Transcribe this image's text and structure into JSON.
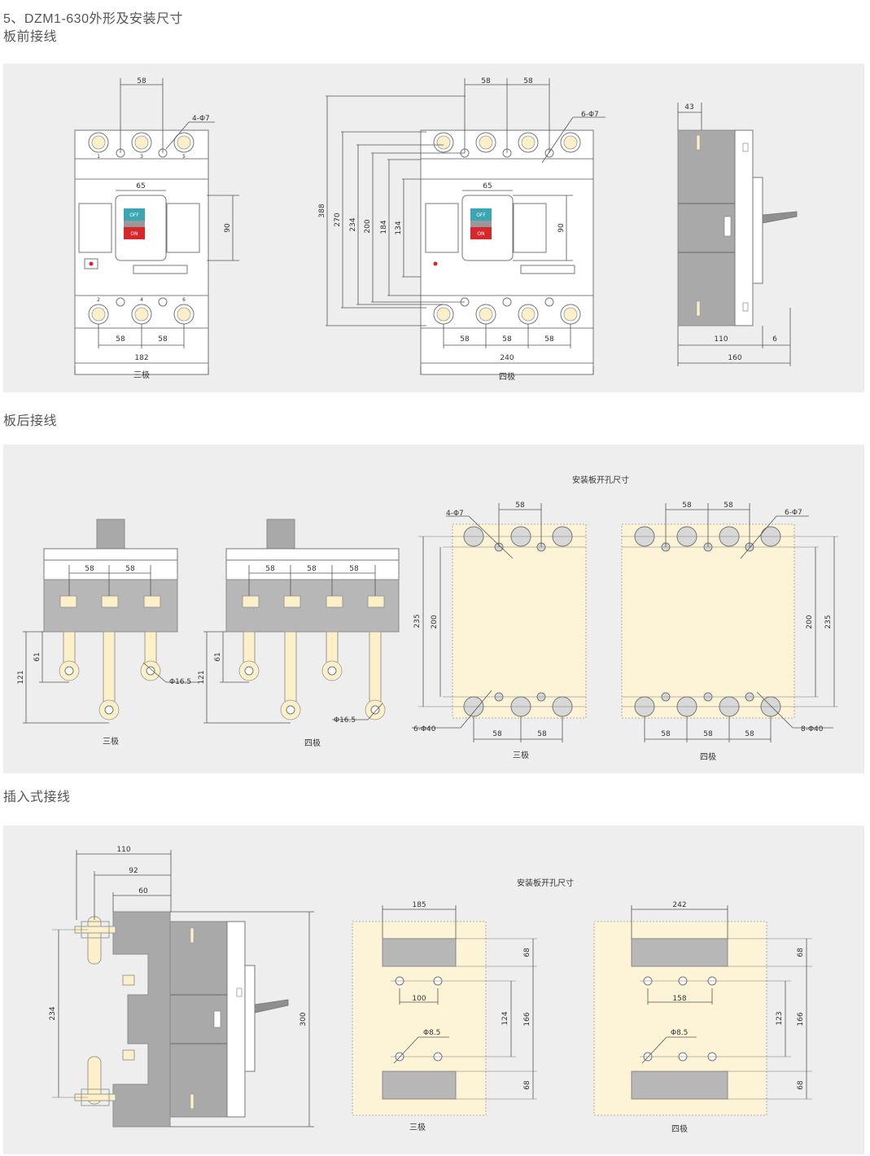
{
  "headings": {
    "title_line1": "5、DZM1-630外形及安装尺寸",
    "title_line2": "板前接线",
    "back_wiring": "板后接线",
    "plugin_wiring": "插入式接线"
  },
  "front": {
    "three_pole": {
      "caption": "三极",
      "dims": {
        "top": "58",
        "hole": "4-Φ7",
        "handle": "65",
        "height": "90",
        "bottom_a": "58",
        "bottom_b": "58",
        "width": "182"
      },
      "switch": {
        "off": "OFF",
        "on": "ON"
      },
      "terminal_nums_top": [
        "1",
        "3",
        "5"
      ],
      "terminal_nums_bottom": [
        "2",
        "4",
        "6"
      ]
    },
    "four_pole": {
      "caption": "四极",
      "dims": {
        "top_a": "58",
        "top_b": "58",
        "hole": "6-Φ7",
        "handle": "65",
        "height": "90",
        "v388": "388",
        "v270": "270",
        "v234": "234",
        "v200": "200",
        "v184": "184",
        "v134": "134",
        "bottom_a": "58",
        "bottom_b": "58",
        "bottom_c": "58",
        "width": "240"
      },
      "switch": {
        "off": "OFF",
        "on": "ON"
      }
    },
    "side": {
      "dims": {
        "top": "43",
        "depth": "110",
        "extra": "6",
        "total": "160"
      }
    }
  },
  "back": {
    "mount_title": "安装板开孔尺寸",
    "three_pole": {
      "caption": "三极",
      "dims": {
        "a": "58",
        "b": "58",
        "v121": "121",
        "v61": "61",
        "phi": "Φ16.5"
      }
    },
    "four_pole": {
      "caption": "四极",
      "dims": {
        "a": "58",
        "b": "58",
        "c": "58",
        "v121": "121",
        "v61": "61",
        "phi": "Φ16.5"
      }
    },
    "plate3": {
      "caption": "三极",
      "dims": {
        "top": "58",
        "hole": "4-Φ7",
        "v235": "235",
        "v200": "200",
        "big": "6-Φ40",
        "b1": "58",
        "b2": "58"
      }
    },
    "plate4": {
      "caption": "四极",
      "dims": {
        "t1": "58",
        "t2": "58",
        "hole": "6-Φ7",
        "v200": "200",
        "v235": "235",
        "big": "8-Φ40",
        "b1": "58",
        "b2": "58",
        "b3": "58"
      }
    }
  },
  "plugin": {
    "mount_title": "安装板开孔尺寸",
    "side": {
      "dims": {
        "d110": "110",
        "d92": "92",
        "d60": "60",
        "v234": "234",
        "v300": "300"
      }
    },
    "plate3": {
      "caption": "三极",
      "dims": {
        "w": "185",
        "v68a": "68",
        "v166": "166",
        "v124": "124",
        "h100": "100",
        "phi": "Φ8.5",
        "v68b": "68"
      }
    },
    "plate4": {
      "caption": "四极",
      "dims": {
        "w": "242",
        "v68a": "68",
        "v166": "166",
        "v123": "123",
        "h158": "158",
        "phi": "Φ8.5",
        "v68b": "68"
      }
    }
  },
  "colors": {
    "panel_bg": "#eeeeee",
    "housing_gray": "#a9a9a9",
    "plate_yellow": "#fdf3d6",
    "switch_teal": "#3aa6b1",
    "switch_red": "#d9262a"
  }
}
